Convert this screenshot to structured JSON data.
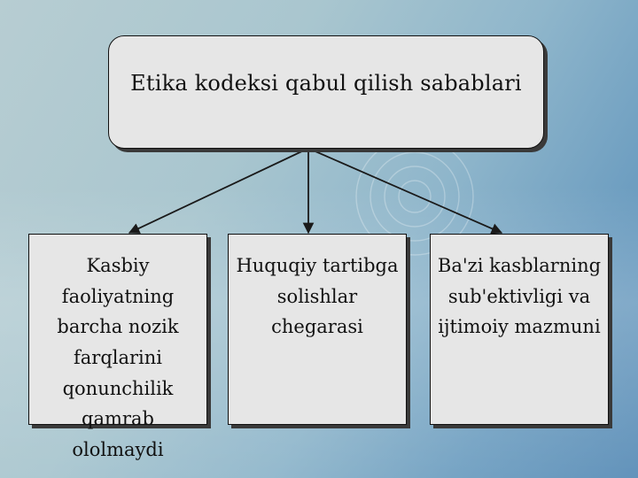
{
  "diagram": {
    "root": "Etika kodeksi qabul qilish sabablari",
    "children": [
      "Kasbiy faoliyatning\nbarcha nozik farqlarini\nqonunchilik  qamrab\nololmaydi",
      "Huquqiy  tartibga\nsolishlar chegarasi",
      "Ba'zi kasblarning\nsub'ektivligi va\nijtimoiy  mazmuni"
    ]
  },
  "colors": {
    "box_fill": "#e6e6e6",
    "border": "#111111",
    "arrow": "#1a1a1a"
  }
}
